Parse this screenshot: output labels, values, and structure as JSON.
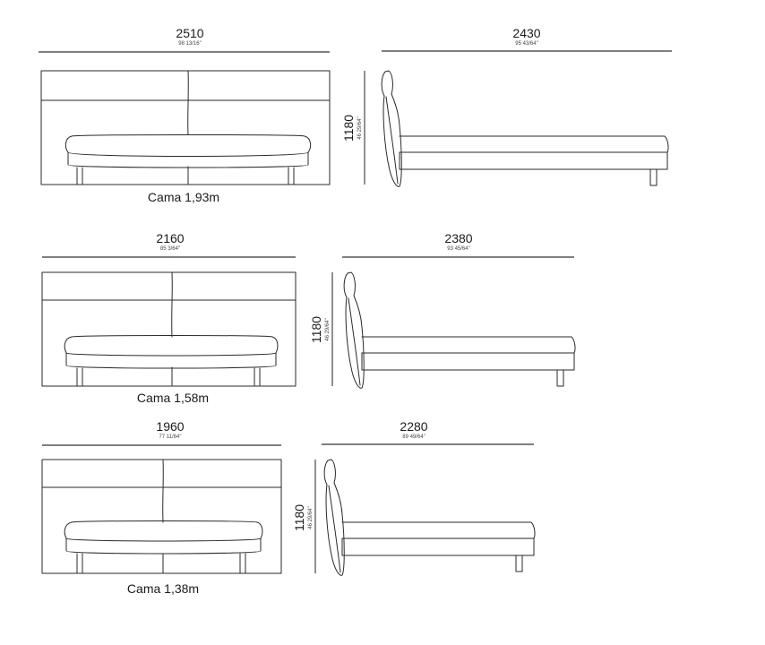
{
  "beds": [
    {
      "caption": "Cama 1,93m",
      "front_width": {
        "mm": "2510",
        "inch": "98 13/16\""
      },
      "side_length": {
        "mm": "2430",
        "inch": "95 43/64\""
      },
      "height": {
        "mm": "1180",
        "inch": "46 29/64\""
      }
    },
    {
      "caption": "Cama 1,58m",
      "front_width": {
        "mm": "2160",
        "inch": "85 3/64\""
      },
      "side_length": {
        "mm": "2380",
        "inch": "93 45/64\""
      },
      "height": {
        "mm": "1180",
        "inch": "46 29/64\""
      }
    },
    {
      "caption": "Cama  1,38m",
      "front_width": {
        "mm": "1960",
        "inch": "77 11/64\""
      },
      "side_length": {
        "mm": "2280",
        "inch": "89 49/64\""
      },
      "height": {
        "mm": "1180",
        "inch": "46 29/64\""
      }
    }
  ]
}
